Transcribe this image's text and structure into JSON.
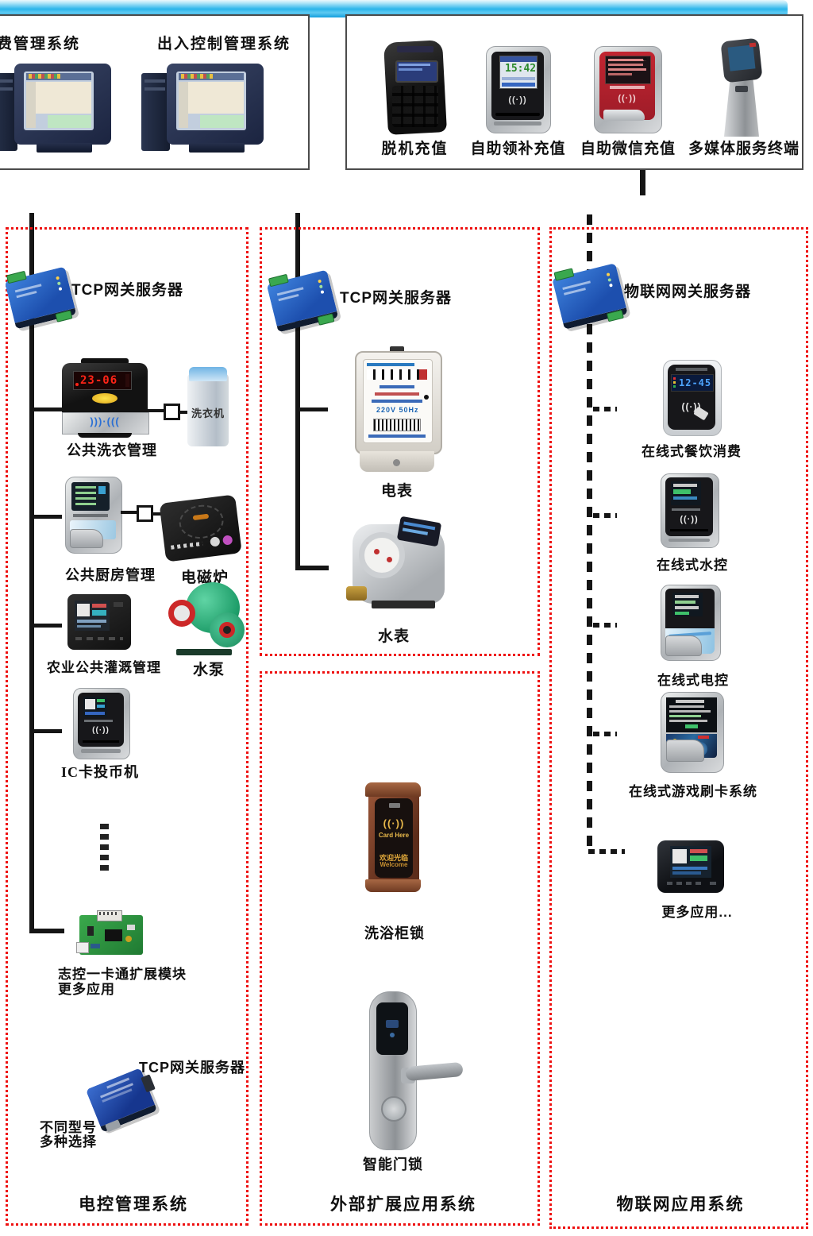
{
  "colors": {
    "bus_cyan": "#1fafe8",
    "dashed_red": "#ee1111",
    "line_black": "#151515",
    "gateway_blue": "#2a62c8"
  },
  "top_left": {
    "label_consume": "费管理系统",
    "label_access": "出入控制管理系统"
  },
  "top_right": {
    "labels": [
      "脱机充值",
      "自助领补充值",
      "自助微信充值",
      "多媒体服务终端"
    ],
    "subsidy_screen": "15:42"
  },
  "left": {
    "gateway_label": "TCP网关服务器",
    "laundry": {
      "label": "公共洗衣管理",
      "display": "23-06",
      "machine": "洗衣机"
    },
    "kitchen": {
      "label": "公共厨房管理",
      "cooker": "电磁炉"
    },
    "irrigation": {
      "label": "农业公共灌溉管理",
      "pump": "水泵"
    },
    "coin": {
      "label": "IC卡投币机"
    },
    "module": {
      "line1": "志控一卡通扩展模块",
      "line2": "更多应用"
    },
    "bottom_gateway_label": "TCP网关服务器",
    "note1": "不同型号",
    "note2": "多种选择",
    "title": "电控管理系统"
  },
  "middle": {
    "gateway_label": "TCP网关服务器",
    "emeter": "电表",
    "emeter_text": "220V 50Hz",
    "wmeter": "水表",
    "cabinet_lock": {
      "label": "洗浴柜锁",
      "card_here": "Card Here",
      "welcome_cn": "欢迎光临",
      "welcome_en": "Welcome"
    },
    "door_lock": "智能门锁",
    "title": "外部扩展应用系统"
  },
  "right": {
    "gateway_label": "物联网网关服务器",
    "items": [
      "在线式餐饮消费",
      "在线式水控",
      "在线式电控",
      "在线式游戏刷卡系统",
      "更多应用..."
    ],
    "dining_screen": "12-45",
    "title": "物联网应用系统"
  }
}
